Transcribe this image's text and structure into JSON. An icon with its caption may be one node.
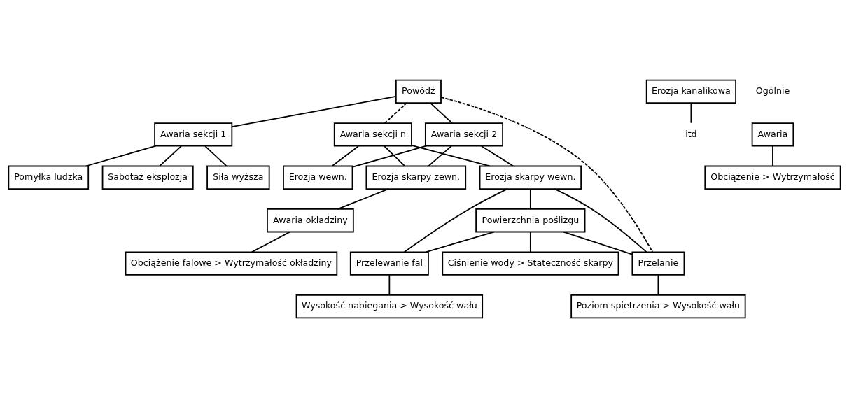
{
  "diagram": {
    "nodes": [
      {
        "text": [
          "Powódź"
        ]
      },
      {
        "text": [
          "Awaria sekcji 1"
        ]
      },
      {
        "text": [
          "Awaria sekcji 2"
        ]
      },
      {
        "text": [
          "Awaria sekcji n"
        ]
      },
      {
        "text": [
          "Pomyłka ludzka"
        ]
      },
      {
        "text": [
          "Sabotaż eksplozja"
        ]
      },
      {
        "text": [
          "Siła wyższa"
        ]
      },
      {
        "text": [
          "Erozja skarpy wewn."
        ]
      },
      {
        "text": [
          "Erozja skarpy zewn."
        ]
      },
      {
        "text": [
          "Erozja wewn."
        ]
      },
      {
        "text": [
          "Powierzchnia poślizgu"
        ]
      },
      {
        "text": [
          "Awaria okładziny"
        ]
      },
      {
        "text": [
          "Erozja kanalikowa"
        ]
      },
      {
        "text": [
          "Przelanie"
        ]
      },
      {
        "text": [
          "Przelewanie fal"
        ]
      },
      {
        "text": [
          "Poziom spietrzenia > Wysokość wału"
        ]
      },
      {
        "text": [
          "Wysokość nabiegania > Wysokość wału"
        ]
      },
      {
        "text": [
          "Obciążenie falowe > Wytrzymałość okładziny"
        ]
      },
      {
        "text": [
          "Ciśnienie wody > Stateczność skarpy"
        ]
      },
      {
        "text": [
          "Awaria"
        ]
      },
      {
        "text": [
          "Obciążenie > Wytrzymałość"
        ]
      },
      {
        "text": [
          "itd"
        ]
      }
    ],
    "edges": [
      {
        "from": 0,
        "to": 1,
        "arrow": "none"
      },
      {
        "from": 0,
        "to": 2,
        "arrow": "none"
      },
      {
        "from": 0,
        "to": 3,
        "arrow": "none",
        "style": "dashed"
      },
      {
        "from": 0,
        "to": 13,
        "arrow": "none",
        "style": "dashed"
      },
      {
        "from": 1,
        "to": 4,
        "arrow": "none"
      },
      {
        "from": 1,
        "to": 5,
        "arrow": "none"
      },
      {
        "from": 1,
        "to": 6,
        "arrow": "none"
      },
      {
        "from": 2,
        "to": 7,
        "arrow": "none"
      },
      {
        "from": 2,
        "to": 8,
        "arrow": "none"
      },
      {
        "from": 2,
        "to": 9,
        "arrow": "none"
      },
      {
        "from": 3,
        "to": 7,
        "arrow": "none"
      },
      {
        "from": 3,
        "to": 8,
        "arrow": "none"
      },
      {
        "from": 3,
        "to": 9,
        "arrow": "none"
      },
      {
        "from": 7,
        "to": 10,
        "arrow": "none"
      },
      {
        "from": 7,
        "to": 13,
        "arrow": "none"
      },
      {
        "from": 7,
        "to": 14,
        "arrow": "none"
      },
      {
        "from": 10,
        "to": 13,
        "arrow": "none"
      },
      {
        "from": 10,
        "to": 14,
        "arrow": "none"
      },
      {
        "from": 10,
        "to": 18,
        "arrow": "none"
      },
      {
        "from": 13,
        "to": 15,
        "arrow": "none"
      },
      {
        "from": 14,
        "to": 16,
        "arrow": "none"
      },
      {
        "from": 8,
        "to": 11,
        "arrow": "none"
      },
      {
        "from": 11,
        "to": 17,
        "arrow": "none"
      },
      {
        "from": 12,
        "to": 21,
        "arrow": "none"
      },
      {
        "from": 19,
        "to": 20,
        "arrow": "none"
      }
    ],
    "labels": [
      "Ogólnie"
    ]
  }
}
